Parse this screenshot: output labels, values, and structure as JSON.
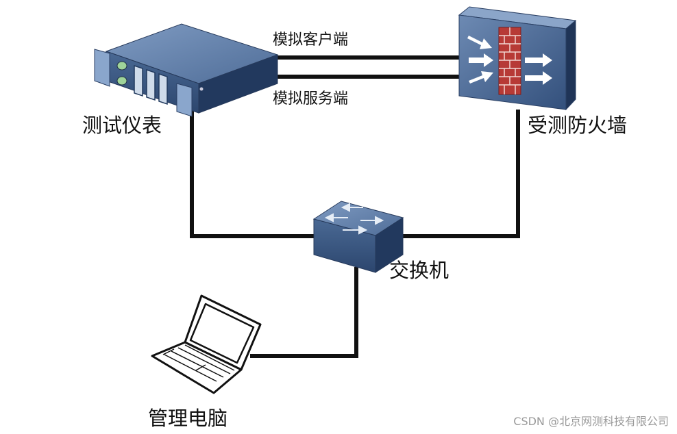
{
  "devices": {
    "tester": {
      "label": "测试仪表",
      "icon": "server-icon"
    },
    "firewall": {
      "label": "受测防火墙",
      "icon": "firewall-icon"
    },
    "switch": {
      "label": "交换机",
      "icon": "switch-icon"
    },
    "pc": {
      "label": "管理电脑",
      "icon": "laptop-icon"
    }
  },
  "links": {
    "client": {
      "label": "模拟客户端"
    },
    "server": {
      "label": "模拟服务端"
    }
  },
  "watermark": "CSDN @北京网测科技有限公司",
  "colors": {
    "line": "#111111",
    "device_top": "#5d7ba4",
    "device_front": "#2f4a73",
    "device_side": "#1f3457",
    "brick": "#b73a36"
  }
}
